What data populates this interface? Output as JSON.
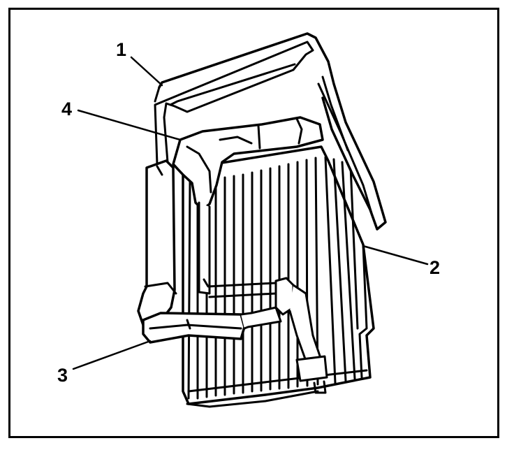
{
  "callouts": [
    {
      "id": "1",
      "label": "1"
    },
    {
      "id": "2",
      "label": "2"
    },
    {
      "id": "3",
      "label": "3"
    },
    {
      "id": "4",
      "label": "4"
    }
  ],
  "colors": {
    "line": "#000000",
    "background": "#ffffff"
  },
  "illustration": "evaporator-core-assembly"
}
